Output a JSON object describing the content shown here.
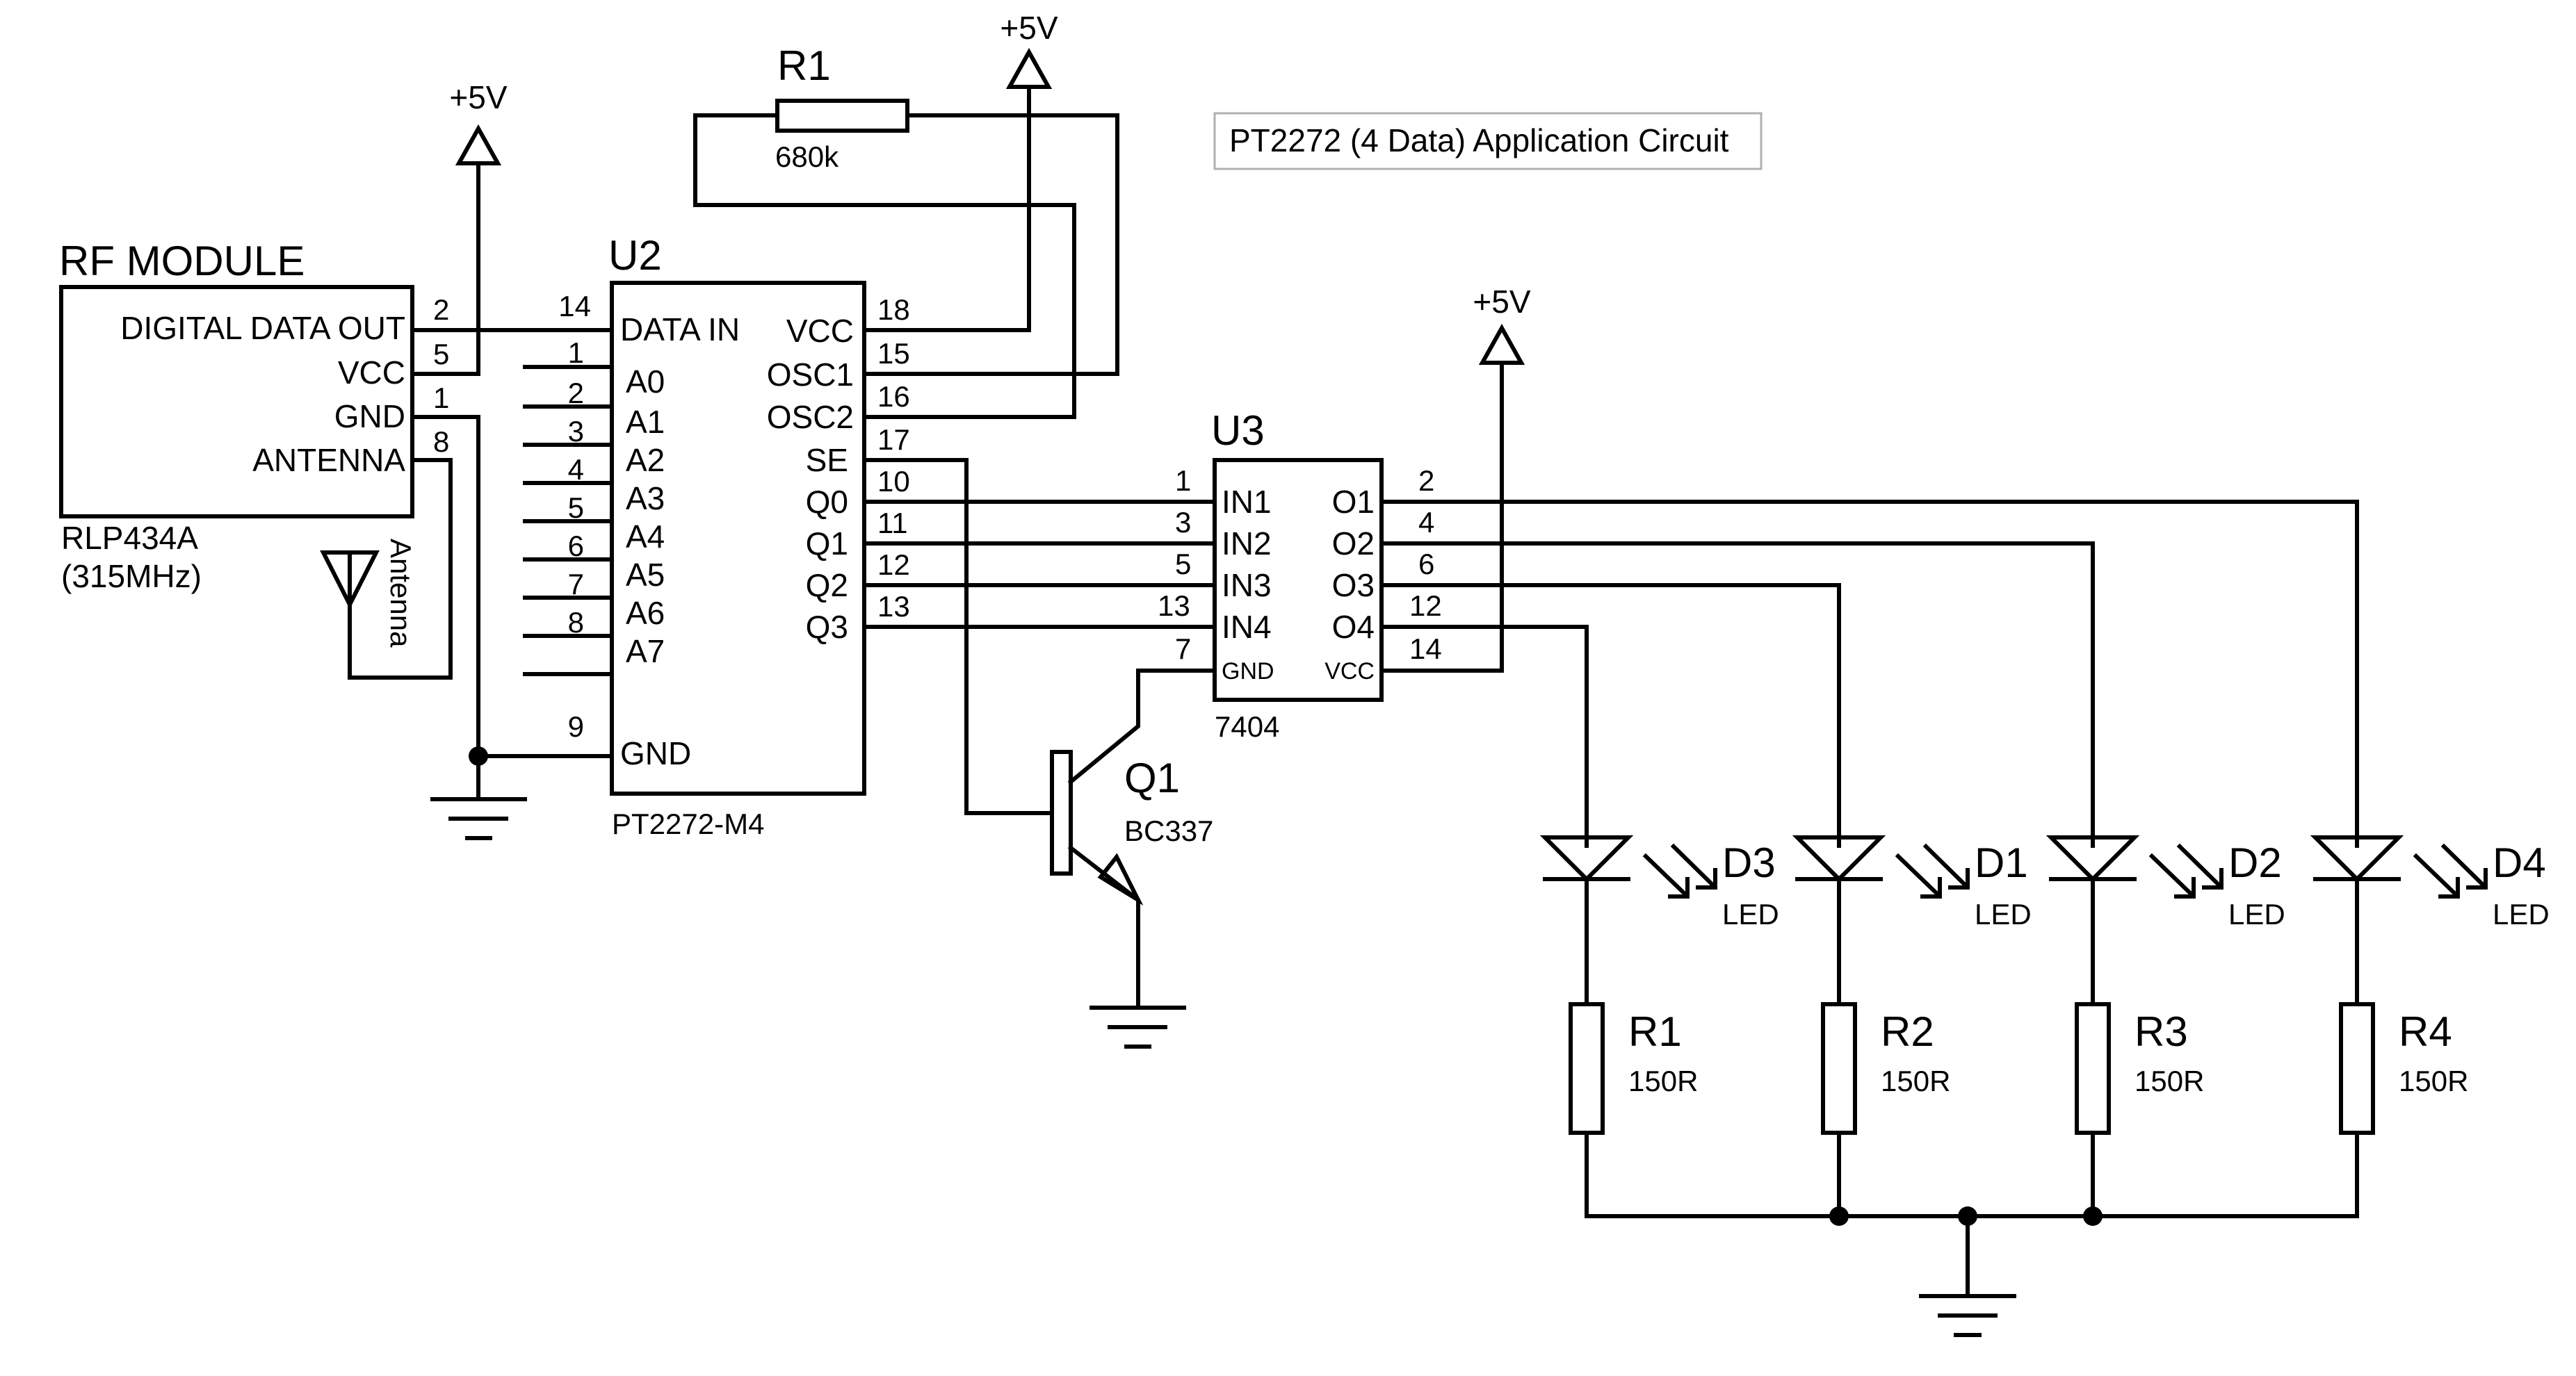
{
  "note": {
    "title": "PT2272 (4 Data) Application Circuit"
  },
  "rf_module": {
    "title": "RF MODULE",
    "part": "RLP434A",
    "freq": "(315MHz)",
    "pins": [
      {
        "name": "DIGITAL DATA OUT",
        "num": "2"
      },
      {
        "name": "VCC",
        "num": "5"
      },
      {
        "name": "GND",
        "num": "1"
      },
      {
        "name": "ANTENNA",
        "num": "8"
      }
    ],
    "antenna_label": "Antenna"
  },
  "supplies": {
    "rf": "+5V",
    "u2": "+5V",
    "u3": "+5V"
  },
  "r1_osc": {
    "ref": "R1",
    "value": "680k"
  },
  "u2": {
    "ref": "U2",
    "part": "PT2272-M4",
    "left_pins": [
      {
        "name": "DATA IN",
        "num": "14"
      },
      {
        "name": "A0",
        "num": "1"
      },
      {
        "name": "A1",
        "num": "2"
      },
      {
        "name": "A2",
        "num": "3"
      },
      {
        "name": "A3",
        "num": "4"
      },
      {
        "name": "A4",
        "num": "5"
      },
      {
        "name": "A5",
        "num": "6"
      },
      {
        "name": "A6",
        "num": "7"
      },
      {
        "name": "A7",
        "num": "8"
      },
      {
        "name": "GND",
        "num": "9"
      }
    ],
    "right_pins": [
      {
        "name": "VCC",
        "num": "18"
      },
      {
        "name": "OSC1",
        "num": "15"
      },
      {
        "name": "OSC2",
        "num": "16"
      },
      {
        "name": "SE",
        "num": "17"
      },
      {
        "name": "Q0",
        "num": "10"
      },
      {
        "name": "Q1",
        "num": "11"
      },
      {
        "name": "Q2",
        "num": "12"
      },
      {
        "name": "Q3",
        "num": "13"
      }
    ]
  },
  "u3": {
    "ref": "U3",
    "part": "7404",
    "left_pins": [
      {
        "name": "IN1",
        "num": "1"
      },
      {
        "name": "IN2",
        "num": "3"
      },
      {
        "name": "IN3",
        "num": "5"
      },
      {
        "name": "IN4",
        "num": "13"
      },
      {
        "name": "GND",
        "num": "7"
      }
    ],
    "right_pins": [
      {
        "name": "O1",
        "num": "2"
      },
      {
        "name": "O2",
        "num": "4"
      },
      {
        "name": "O3",
        "num": "6"
      },
      {
        "name": "O4",
        "num": "12"
      },
      {
        "name": "VCC",
        "num": "14"
      }
    ]
  },
  "q1": {
    "ref": "Q1",
    "part": "BC337"
  },
  "leds": [
    {
      "ref": "D3",
      "type": "LED"
    },
    {
      "ref": "D1",
      "type": "LED"
    },
    {
      "ref": "D2",
      "type": "LED"
    },
    {
      "ref": "D4",
      "type": "LED"
    }
  ],
  "resistors": [
    {
      "ref": "R1",
      "value": "150R"
    },
    {
      "ref": "R2",
      "value": "150R"
    },
    {
      "ref": "R3",
      "value": "150R"
    },
    {
      "ref": "R4",
      "value": "150R"
    }
  ]
}
